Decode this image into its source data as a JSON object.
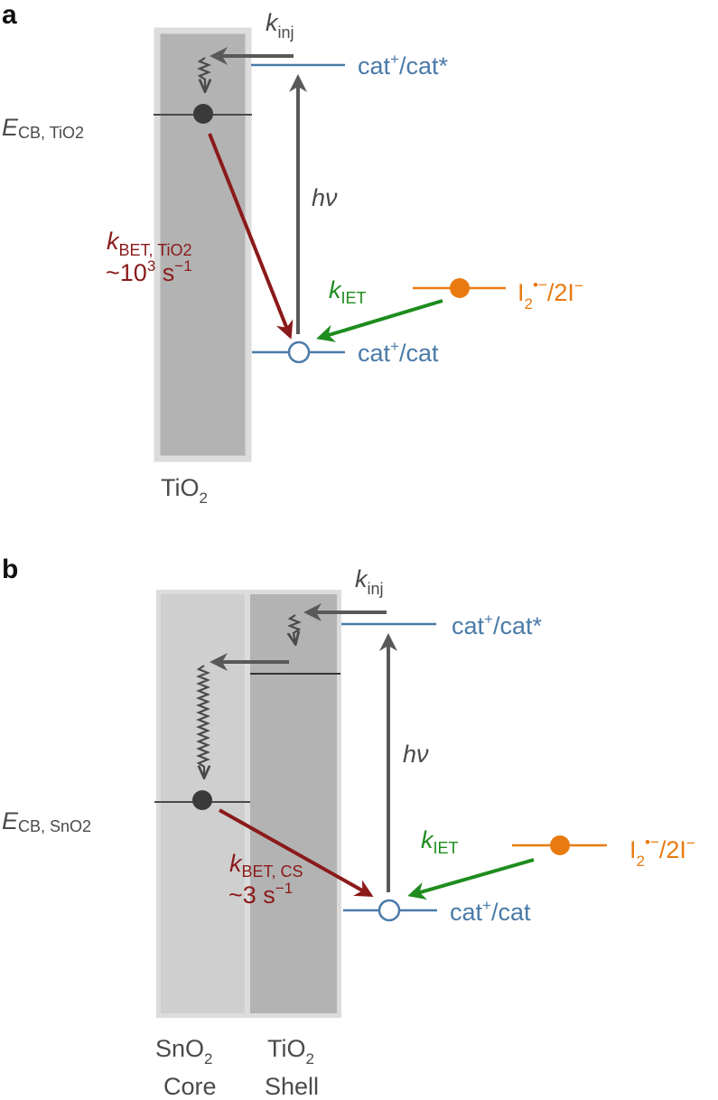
{
  "panel_a": {
    "letter": "a",
    "k_inj": {
      "k": "k",
      "sub": "inj"
    },
    "cat_excited": {
      "base": "cat",
      "sup": "+",
      "rest": "/cat*"
    },
    "e_cb": {
      "e": "E",
      "sub": "CB, TiO2"
    },
    "hv": "hν",
    "k_bet": {
      "k": "k",
      "sub": "BET, TiO2",
      "rate_pre": "~10",
      "rate_exp": "3",
      "rate_unit": " s",
      "rate_unit_exp": "−1"
    },
    "k_iet": {
      "k": "k",
      "sub": "IET"
    },
    "redox": {
      "i": "I",
      "sub": "2",
      "sup": "•−",
      "rest": "/2I",
      "sup2": "−"
    },
    "cat_ground": {
      "base": "cat",
      "sup": "+",
      "rest": "/cat"
    },
    "material": {
      "base": "TiO",
      "sub": "2"
    }
  },
  "panel_b": {
    "letter": "b",
    "k_inj": {
      "k": "k",
      "sub": "inj"
    },
    "cat_excited": {
      "base": "cat",
      "sup": "+",
      "rest": "/cat*"
    },
    "e_cb": {
      "e": "E",
      "sub": "CB, SnO2"
    },
    "hv": "hν",
    "k_bet": {
      "k": "k",
      "sub": "BET, CS",
      "rate_pre": "~3",
      "rate_unit": " s",
      "rate_unit_exp": "−1"
    },
    "k_iet": {
      "k": "k",
      "sub": "IET"
    },
    "redox": {
      "i": "I",
      "sub": "2",
      "sup": "•−",
      "rest": "/2I",
      "sup2": "−"
    },
    "cat_ground": {
      "base": "cat",
      "sup": "+",
      "rest": "/cat"
    },
    "core": {
      "base": "SnO",
      "sub": "2",
      "word": "Core"
    },
    "shell": {
      "base": "TiO",
      "sub": "2",
      "word": "Shell"
    }
  },
  "colors": {
    "blue": "#4a7aa8",
    "dark_red": "#8b1a1a",
    "green": "#1e8c1e",
    "orange": "#e87a10",
    "gray_arrow": "#595959",
    "dark_text": "#4a4a4a",
    "tio2_fill": "#b3b3b3",
    "sno2_fill": "#cfcfcf",
    "frame": "#dcdcdc"
  }
}
